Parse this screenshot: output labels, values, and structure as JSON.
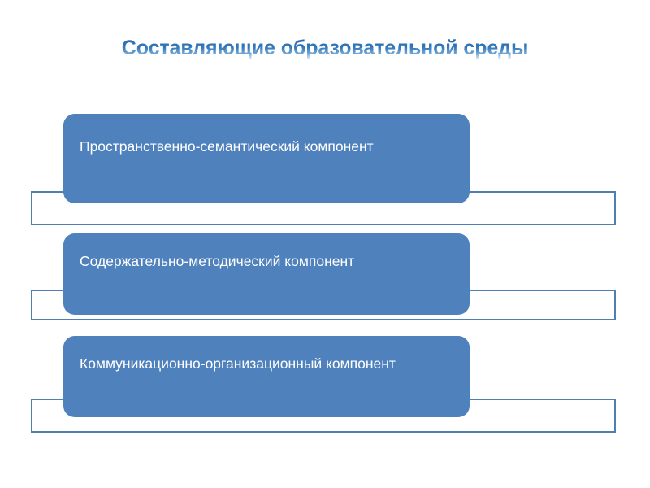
{
  "slide": {
    "title": "Составляющие образовательной среды",
    "background_color": "#ffffff",
    "accent_color": "#4f81bd",
    "outline_color": "#4d7fb3",
    "title_gradient_from": "#1f5b99",
    "title_gradient_to": "#eef5fb",
    "label_color": "#ffffff"
  },
  "components": [
    {
      "label": "Пространственно-семантический компонент",
      "index": 1
    },
    {
      "label": "Содержательно-методический компонент",
      "index": 2
    },
    {
      "label": "Коммуникационно-организационный компонент",
      "index": 3
    }
  ]
}
